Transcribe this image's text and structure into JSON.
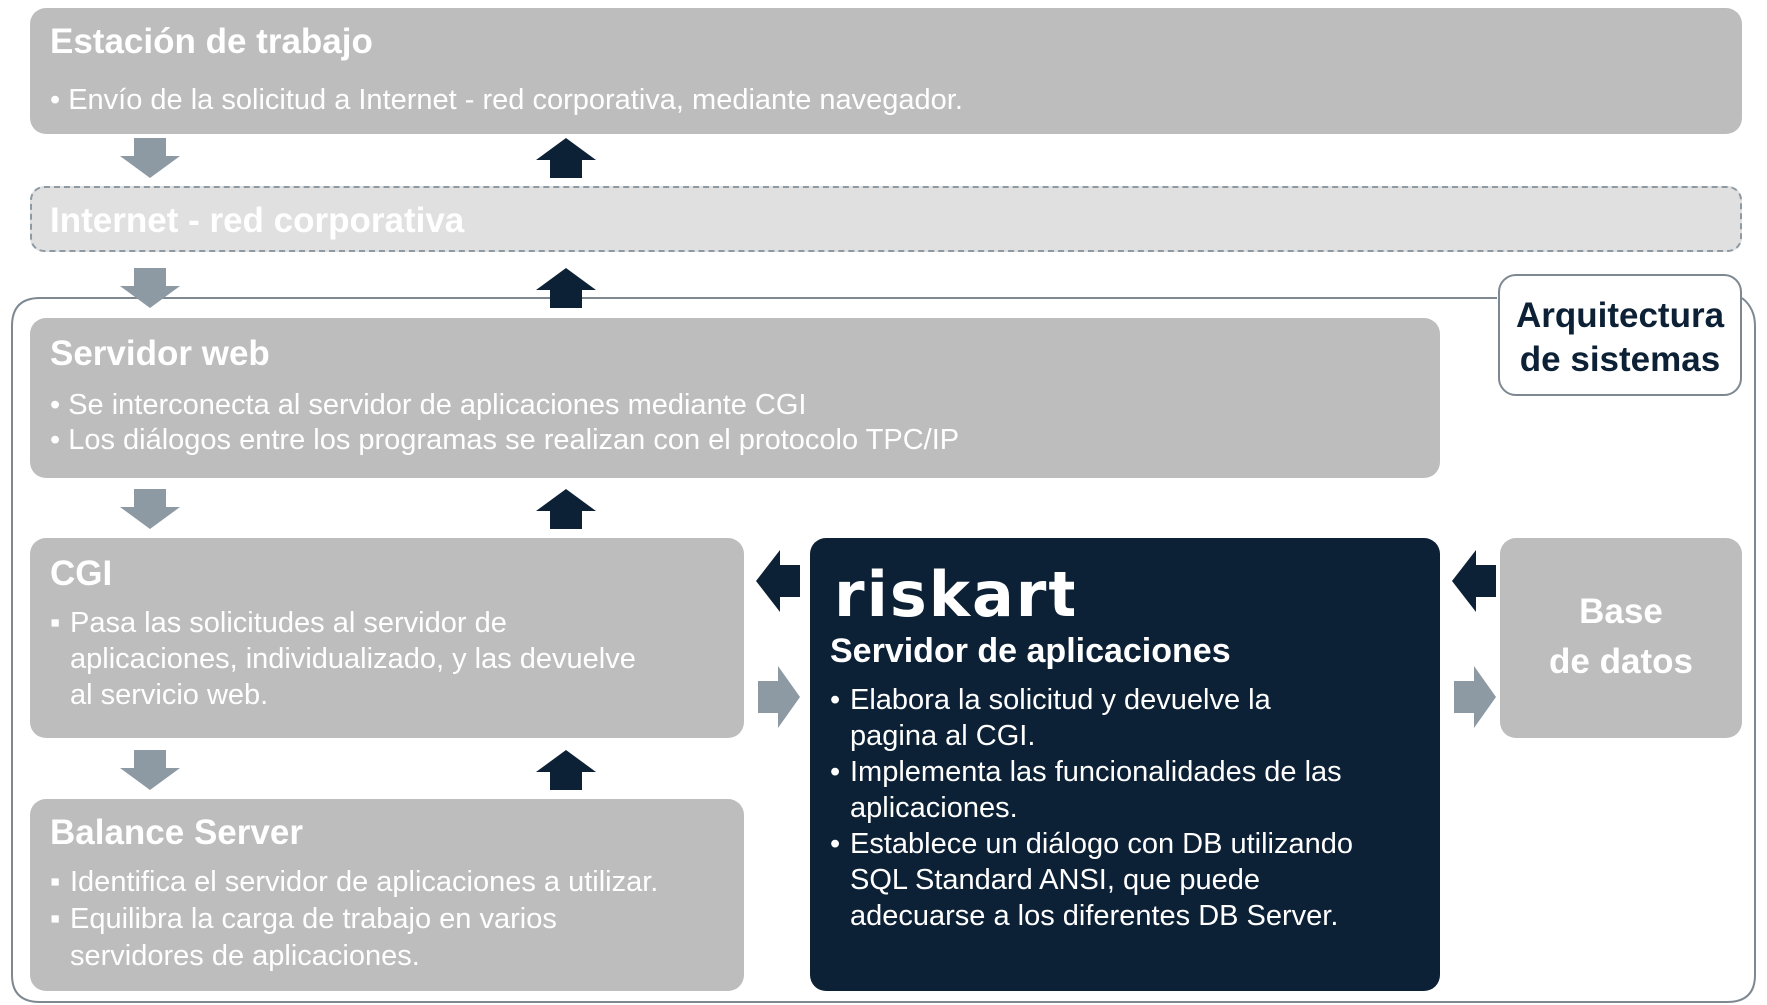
{
  "estacion": {
    "title": "Estación de trabajo",
    "line1": "• Envío de la solicitud a Internet - red corporativa, mediante navegador."
  },
  "internet": {
    "title": "Internet - red corporativa"
  },
  "arquitectura": {
    "line1": "Arquitectura",
    "line2": "de sistemas"
  },
  "servidor_web": {
    "title": "Servidor web",
    "line1": "• Se interconecta al servidor de aplicaciones mediante CGI",
    "line2": "• Los diálogos entre los programas se realizan con el protocolo TPC/IP"
  },
  "cgi": {
    "title": "CGI",
    "bullet": "▪",
    "line1": "Pasa las solicitudes al servidor de",
    "line2": "aplicaciones, individualizado, y las devuelve",
    "line3": "al servicio web."
  },
  "balance": {
    "title": "Balance Server",
    "bullet": "▪",
    "line1": "Identifica el servidor de aplicaciones a utilizar.",
    "line2": "Equilibra la carga de trabajo en varios",
    "line3": "servidores de aplicaciones."
  },
  "riskart": {
    "logo": "riskart",
    "title": "Servidor de aplicaciones",
    "bullet": "•",
    "line1": "Elabora la solicitud y devuelve la",
    "line2": "pagina al CGI.",
    "line3": "Implementa las funcionalidades de las",
    "line4": "aplicaciones.",
    "line5": "Establece un diálogo con DB utilizando",
    "line6": "SQL Standard ANSI, que puede",
    "line7": "adecuarse a los diferentes DB Server."
  },
  "base_datos": {
    "line1": "Base",
    "line2": "de datos"
  },
  "colors": {
    "box_gray": "#bdbdbd",
    "internet_box": "#e0e0e0",
    "dark_navy": "#0d2136",
    "arrow_gray": "#8e9aa3",
    "arrow_dark": "#0d2136",
    "frame": "#7d8891"
  }
}
